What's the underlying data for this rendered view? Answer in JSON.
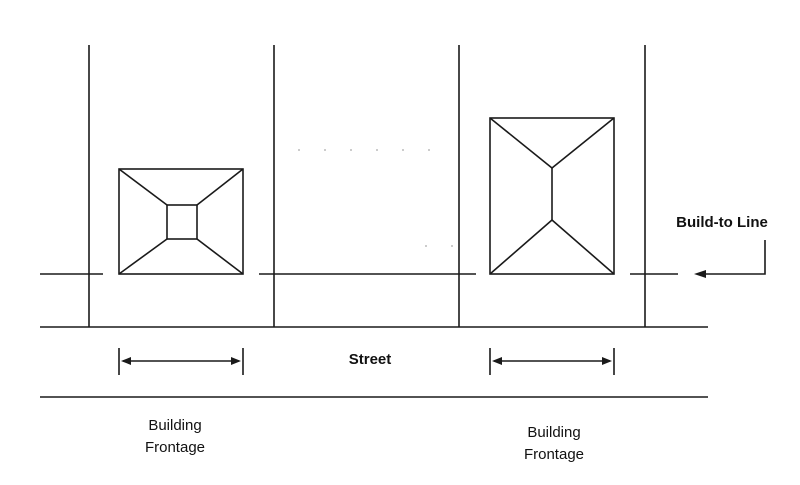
{
  "labels": {
    "build_to_line": "Build-to Line",
    "street": "Street",
    "frontage_left": [
      "Building",
      "Frontage"
    ],
    "frontage_right": [
      "Building",
      "Frontage"
    ]
  },
  "colors": {
    "line": "#1a1a1a",
    "faint": "#9a9a9a",
    "background": "#ffffff"
  }
}
